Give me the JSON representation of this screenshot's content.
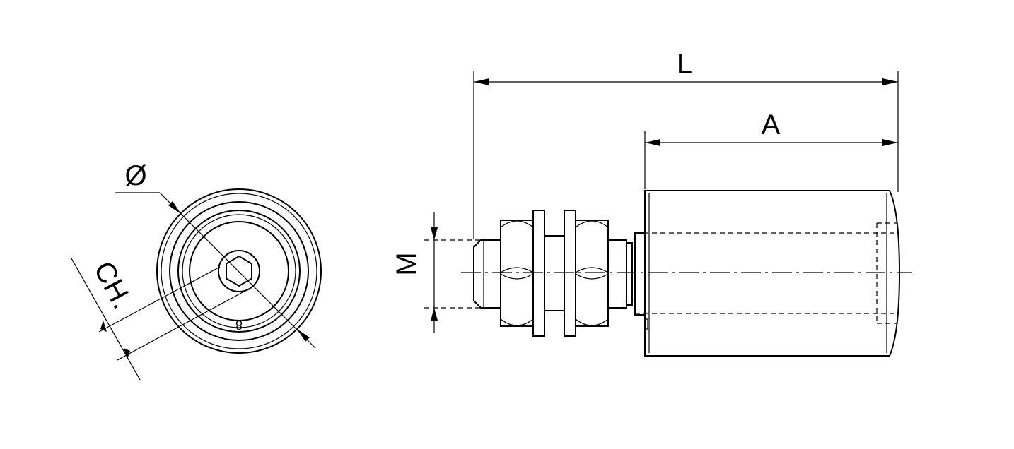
{
  "labels": {
    "diameter": "Ø",
    "hex_size": "CH.",
    "thread": "M",
    "overall_length": "L",
    "roller_length": "A",
    "face_mark": "8"
  },
  "colors": {
    "line": "#000000",
    "background": "#ffffff"
  }
}
